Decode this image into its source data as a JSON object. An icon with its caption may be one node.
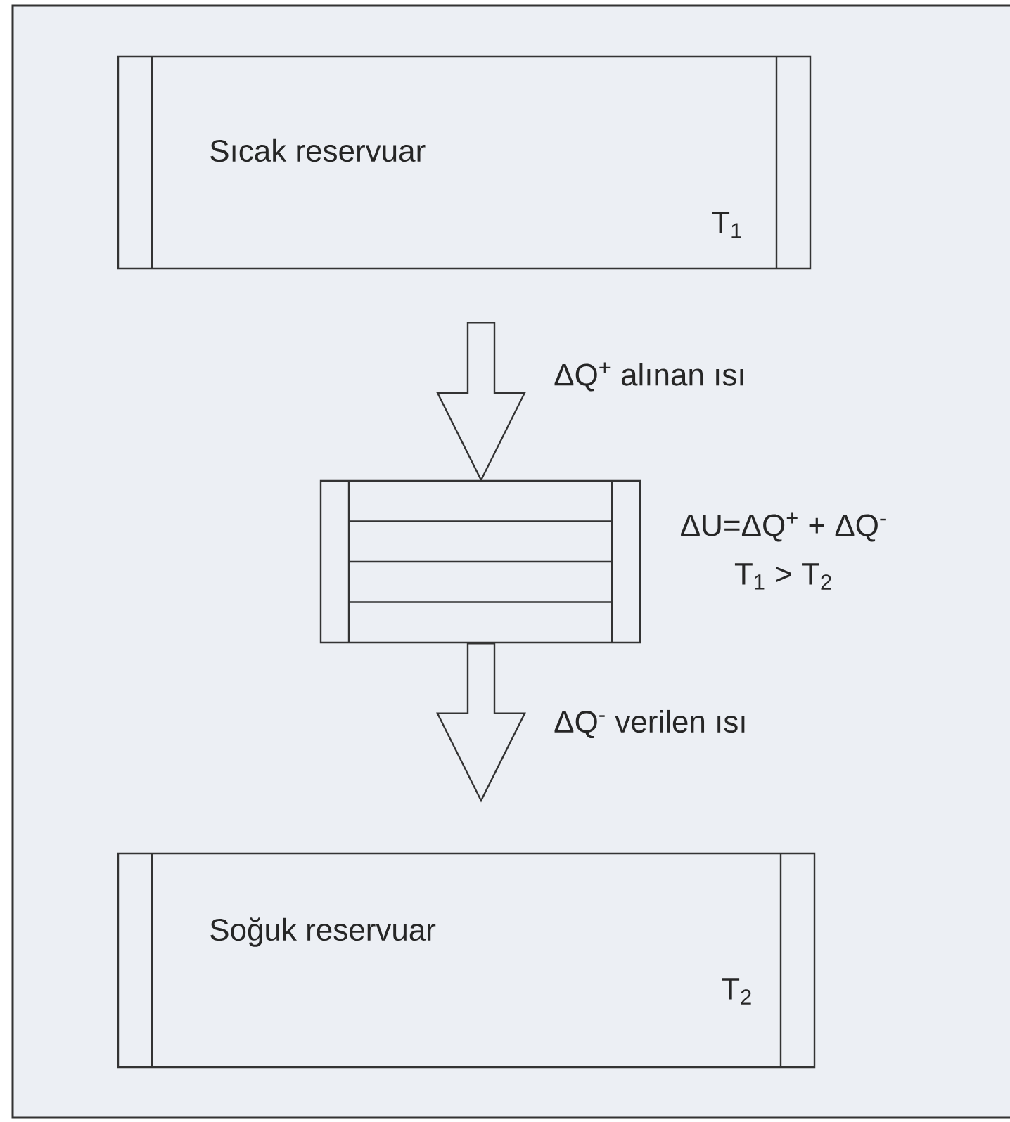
{
  "diagram": {
    "nodes": [
      {
        "text": [
          "Sıcak reservuar",
          "T$_{1}$"
        ]
      },
      {
        "text": [],
        "shape": "box",
        "beside": [
          "ΔU=ΔQ$^{+}$ + ΔQ$^{-}$",
          "T$_{1}$ > T$_{2}$"
        ]
      },
      {
        "text": [
          "Soğuk reservuar",
          "T$_{2}$"
        ]
      }
    ],
    "edges": [
      {
        "from": 0,
        "to": 1,
        "arrow": "to",
        "label": "ΔQ$^{+}$ alınan ısı"
      },
      {
        "from": 1,
        "to": 2,
        "arrow": "to",
        "label": "ΔQ$^{-}$ verilen ısı"
      }
    ]
  }
}
